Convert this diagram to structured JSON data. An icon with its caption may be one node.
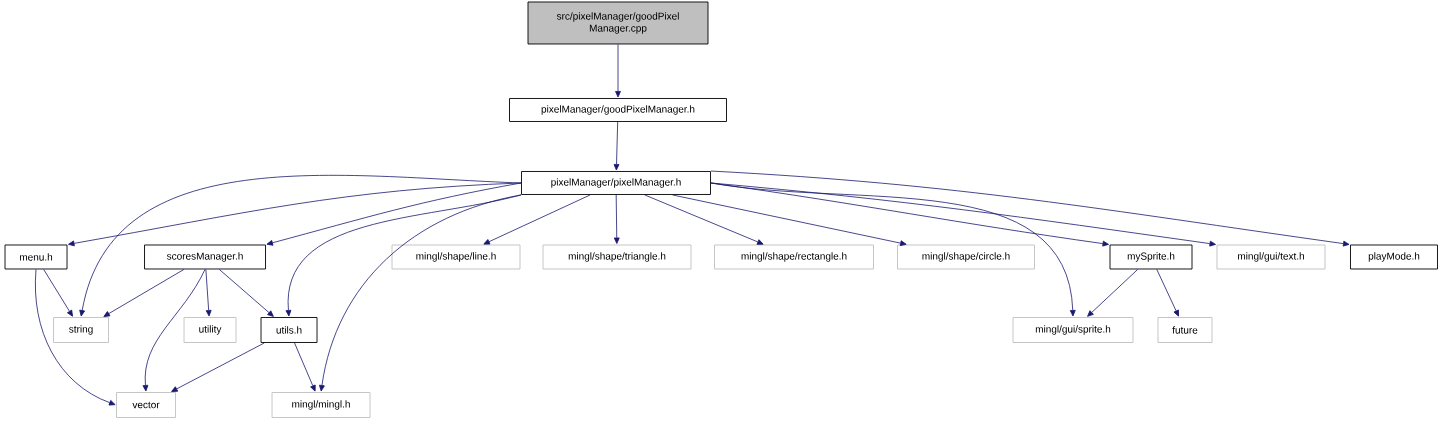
{
  "diagram": {
    "nodes": [
      {
        "text": [
          "src/pixelManager/goodPixel Manager.cpp"
        ]
      },
      {
        "text": [
          "pixelManager/goodPixelManager.h"
        ]
      },
      {
        "text": [
          "pixelManager/pixelManager.h"
        ]
      },
      {
        "text": [
          "menu.h"
        ]
      },
      {
        "text": [
          "scoresManager.h"
        ]
      },
      {
        "text": [
          "mingl/shape/line.h"
        ]
      },
      {
        "text": [
          "mingl/shape/triangle.h"
        ]
      },
      {
        "text": [
          "mingl/shape/rectangle.h"
        ]
      },
      {
        "text": [
          "mingl/shape/circle.h"
        ]
      },
      {
        "text": [
          "mySprite.h"
        ]
      },
      {
        "text": [
          "mingl/gui/text.h"
        ]
      },
      {
        "text": [
          "playMode.h"
        ]
      },
      {
        "text": [
          "string"
        ]
      },
      {
        "text": [
          "utility"
        ]
      },
      {
        "text": [
          "utils.h"
        ]
      },
      {
        "text": [
          "mingl/gui/sprite.h"
        ]
      },
      {
        "text": [
          "future"
        ]
      },
      {
        "text": [
          "vector"
        ]
      },
      {
        "text": [
          "mingl/mingl.h"
        ]
      }
    ],
    "edges": [
      {
        "from": 0,
        "to": 1,
        "arrow": "to"
      },
      {
        "from": 1,
        "to": 2,
        "arrow": "to"
      },
      {
        "from": 2,
        "to": 3,
        "arrow": "to"
      },
      {
        "from": 2,
        "to": 4,
        "arrow": "to"
      },
      {
        "from": 2,
        "to": 5,
        "arrow": "to"
      },
      {
        "from": 2,
        "to": 6,
        "arrow": "to"
      },
      {
        "from": 2,
        "to": 7,
        "arrow": "to"
      },
      {
        "from": 2,
        "to": 8,
        "arrow": "to"
      },
      {
        "from": 2,
        "to": 9,
        "arrow": "to"
      },
      {
        "from": 2,
        "to": 10,
        "arrow": "to"
      },
      {
        "from": 2,
        "to": 11,
        "arrow": "to"
      },
      {
        "from": 2,
        "to": 12,
        "arrow": "to"
      },
      {
        "from": 2,
        "to": 14,
        "arrow": "to"
      },
      {
        "from": 2,
        "to": 15,
        "arrow": "to"
      },
      {
        "from": 2,
        "to": 18,
        "arrow": "to"
      },
      {
        "from": 3,
        "to": 12,
        "arrow": "to"
      },
      {
        "from": 3,
        "to": 17,
        "arrow": "to"
      },
      {
        "from": 4,
        "to": 12,
        "arrow": "to"
      },
      {
        "from": 4,
        "to": 17,
        "arrow": "to"
      },
      {
        "from": 4,
        "to": 13,
        "arrow": "to"
      },
      {
        "from": 4,
        "to": 14,
        "arrow": "to"
      },
      {
        "from": 14,
        "to": 17,
        "arrow": "to"
      },
      {
        "from": 14,
        "to": 18,
        "arrow": "to"
      },
      {
        "from": 9,
        "to": 15,
        "arrow": "to"
      },
      {
        "from": 9,
        "to": 16,
        "arrow": "to"
      }
    ]
  }
}
